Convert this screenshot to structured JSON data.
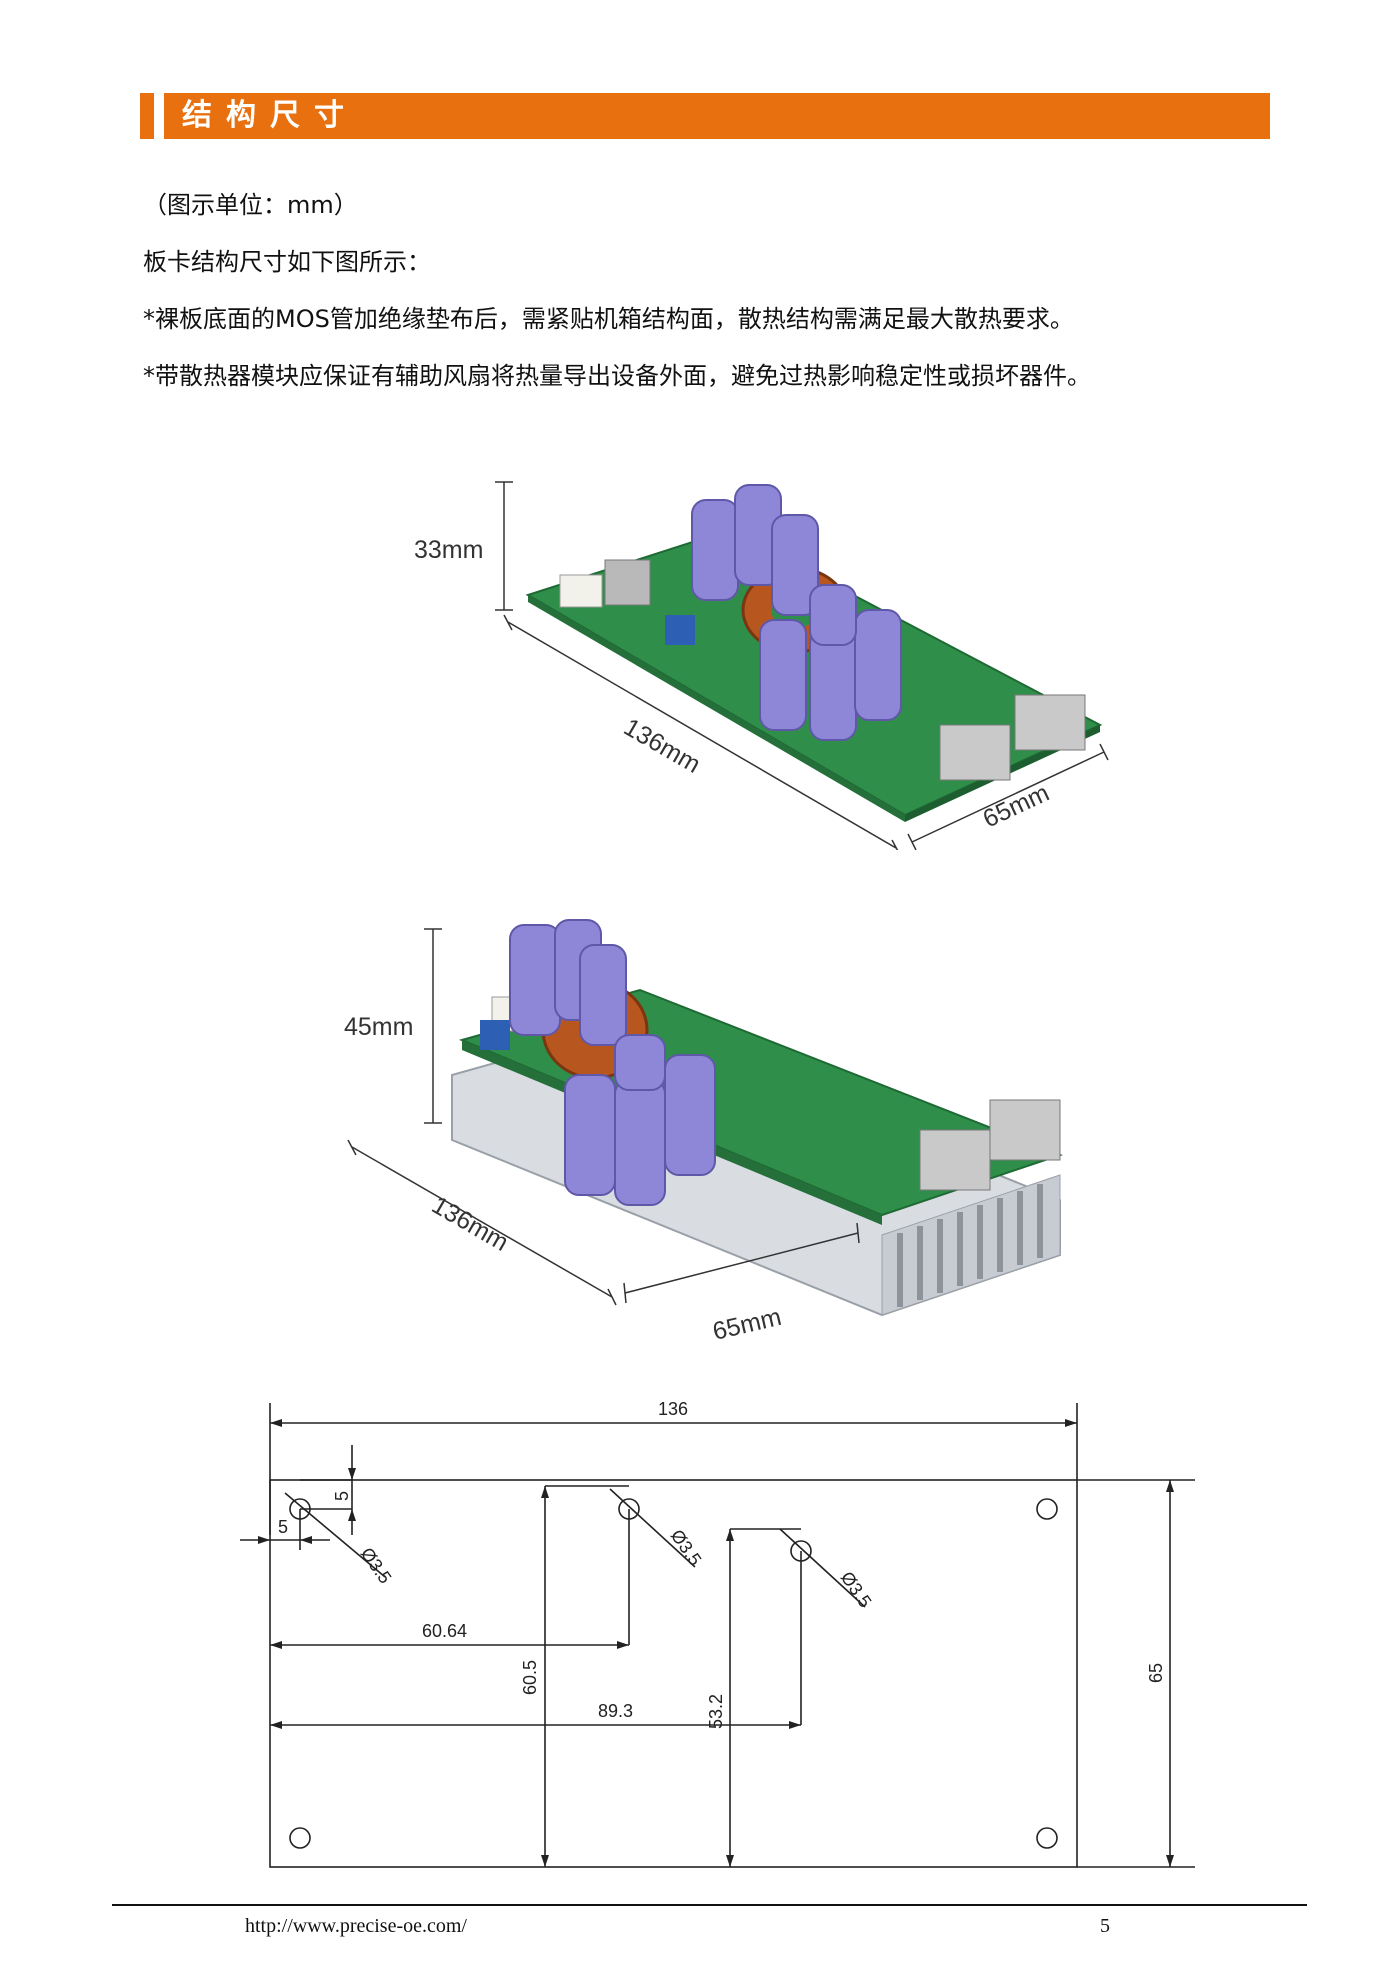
{
  "section": {
    "title": "结构尺寸"
  },
  "intro": {
    "unit_note": "（图示单位：mm）",
    "line1": "板卡结构尺寸如下图所示：",
    "line2": "*裸板底面的MOS管加绝缘垫布后，需紧贴机箱结构面，散热结构需满足最大散热要求。",
    "line3": "*带散热器模块应保证有辅助风扇将热量导出设备外面，避免过热影响稳定性或损坏器件。"
  },
  "figure1": {
    "height": "33mm",
    "length": "136mm",
    "width": "65mm"
  },
  "figure2": {
    "height": "45mm",
    "length": "136mm",
    "width": "65mm"
  },
  "drawing": {
    "overall_length": "136",
    "overall_width": "65",
    "edge_offset_top": "5",
    "edge_offset_left": "5",
    "hole1_diameter": "Ø3.5",
    "hole2_diameter": "Ø3.5",
    "hole3_diameter": "Ø3.5",
    "hole2_x": "60.64",
    "hole2_y": "60.5",
    "hole3_x": "89.3",
    "hole3_y": "53.2"
  },
  "footer": {
    "url": "http://www.precise-oe.com/",
    "page": "5"
  }
}
